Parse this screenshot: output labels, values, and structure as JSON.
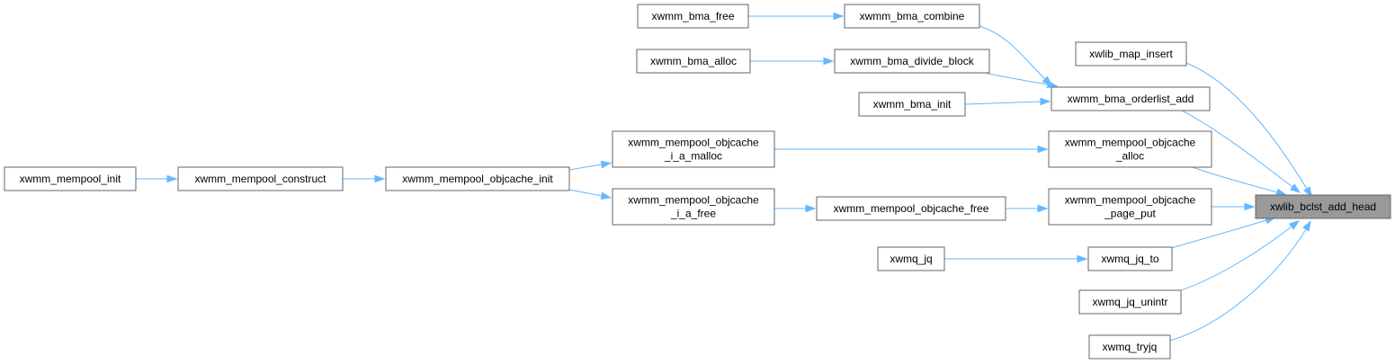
{
  "nodes": [
    {
      "id": "xwlib_bclst_add_head",
      "lines": [
        "xwlib_bclst_add_head"
      ],
      "root": true
    },
    {
      "id": "xwlib_map_insert",
      "lines": [
        "xwlib_map_insert"
      ]
    },
    {
      "id": "xwmm_bma_orderlist_add",
      "lines": [
        "xwmm_bma_orderlist_add"
      ]
    },
    {
      "id": "xwmm_mempool_objcache_alloc",
      "lines": [
        "xwmm_mempool_objcache",
        "_alloc"
      ]
    },
    {
      "id": "xwmm_mempool_objcache_page_put",
      "lines": [
        "xwmm_mempool_objcache",
        "_page_put"
      ]
    },
    {
      "id": "xwmq_jq_to",
      "lines": [
        "xwmq_jq_to"
      ]
    },
    {
      "id": "xwmq_jq_unintr",
      "lines": [
        "xwmq_jq_unintr"
      ]
    },
    {
      "id": "xwmq_tryjq",
      "lines": [
        "xwmq_tryjq"
      ]
    },
    {
      "id": "xwmm_bma_combine",
      "lines": [
        "xwmm_bma_combine"
      ]
    },
    {
      "id": "xwmm_bma_divide_block",
      "lines": [
        "xwmm_bma_divide_block"
      ]
    },
    {
      "id": "xwmm_bma_init",
      "lines": [
        "xwmm_bma_init"
      ]
    },
    {
      "id": "xwmm_mempool_objcache_i_a_malloc",
      "lines": [
        "xwmm_mempool_objcache",
        "_i_a_malloc"
      ]
    },
    {
      "id": "xwmm_mempool_objcache_free",
      "lines": [
        "xwmm_mempool_objcache_free"
      ]
    },
    {
      "id": "xwmq_jq",
      "lines": [
        "xwmq_jq"
      ]
    },
    {
      "id": "xwmm_bma_free",
      "lines": [
        "xwmm_bma_free"
      ]
    },
    {
      "id": "xwmm_bma_alloc",
      "lines": [
        "xwmm_bma_alloc"
      ]
    },
    {
      "id": "xwmm_mempool_objcache_init",
      "lines": [
        "xwmm_mempool_objcache_init"
      ]
    },
    {
      "id": "xwmm_mempool_objcache_i_a_free",
      "lines": [
        "xwmm_mempool_objcache",
        "_i_a_free"
      ]
    },
    {
      "id": "xwmm_mempool_construct",
      "lines": [
        "xwmm_mempool_construct"
      ]
    },
    {
      "id": "xwmm_mempool_init",
      "lines": [
        "xwmm_mempool_init"
      ]
    }
  ],
  "edges": [
    {
      "from": "xwlib_map_insert",
      "to": "xwlib_bclst_add_head"
    },
    {
      "from": "xwmm_bma_orderlist_add",
      "to": "xwlib_bclst_add_head"
    },
    {
      "from": "xwmm_mempool_objcache_alloc",
      "to": "xwlib_bclst_add_head"
    },
    {
      "from": "xwmm_mempool_objcache_page_put",
      "to": "xwlib_bclst_add_head"
    },
    {
      "from": "xwmq_jq_to",
      "to": "xwlib_bclst_add_head"
    },
    {
      "from": "xwmq_jq_unintr",
      "to": "xwlib_bclst_add_head"
    },
    {
      "from": "xwmq_tryjq",
      "to": "xwlib_bclst_add_head"
    },
    {
      "from": "xwmm_bma_combine",
      "to": "xwmm_bma_orderlist_add"
    },
    {
      "from": "xwmm_bma_divide_block",
      "to": "xwmm_bma_orderlist_add"
    },
    {
      "from": "xwmm_bma_init",
      "to": "xwmm_bma_orderlist_add"
    },
    {
      "from": "xwmm_mempool_objcache_i_a_malloc",
      "to": "xwmm_mempool_objcache_alloc"
    },
    {
      "from": "xwmm_mempool_objcache_free",
      "to": "xwmm_mempool_objcache_page_put"
    },
    {
      "from": "xwmq_jq",
      "to": "xwmq_jq_to"
    },
    {
      "from": "xwmm_bma_free",
      "to": "xwmm_bma_combine"
    },
    {
      "from": "xwmm_bma_alloc",
      "to": "xwmm_bma_divide_block"
    },
    {
      "from": "xwmm_mempool_objcache_init",
      "to": "xwmm_mempool_objcache_i_a_malloc"
    },
    {
      "from": "xwmm_mempool_objcache_i_a_free",
      "to": "xwmm_mempool_objcache_free"
    },
    {
      "from": "xwmm_mempool_construct",
      "to": "xwmm_mempool_objcache_init"
    },
    {
      "from": "xwmm_mempool_init",
      "to": "xwmm_mempool_construct"
    }
  ],
  "colors": {
    "edge": "#63b8ff",
    "node_border": "#666666",
    "root_fill": "#999999"
  }
}
